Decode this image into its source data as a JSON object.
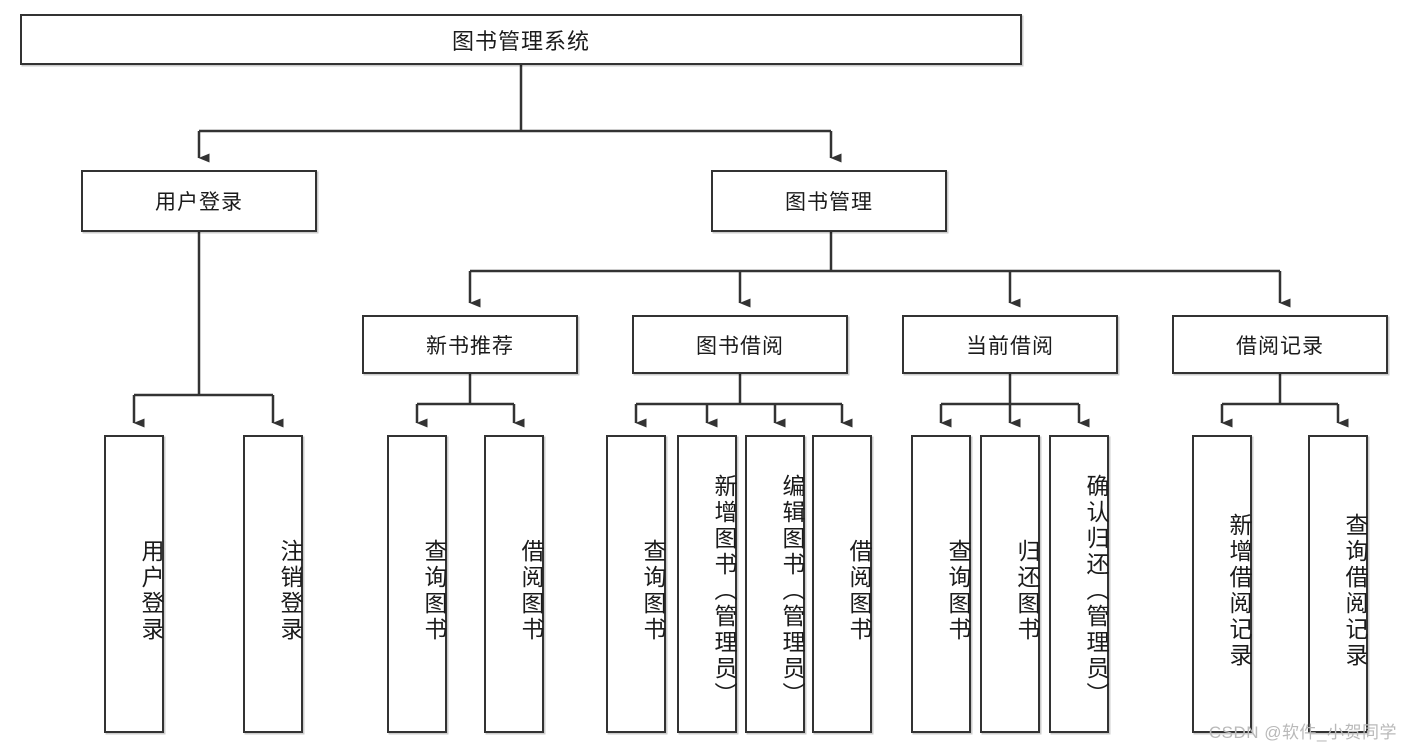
{
  "diagram": {
    "type": "tree-hierarchy",
    "title": "图书管理系统",
    "orientation": "top-down",
    "colors": {
      "box_border": "#333333",
      "box_fill": "#ffffff",
      "connector": "#333333",
      "text": "#1b1b1b",
      "watermark": "#b9b9b9",
      "background": "#ffffff"
    },
    "root": {
      "label": "图书管理系统"
    },
    "level2": [
      {
        "label": "用户登录"
      },
      {
        "label": "图书管理"
      }
    ],
    "level3": [
      {
        "label": "新书推荐"
      },
      {
        "label": "图书借阅"
      },
      {
        "label": "当前借阅"
      },
      {
        "label": "借阅记录"
      }
    ],
    "leaves": {
      "user_login": [
        {
          "label": "用户登录"
        },
        {
          "label": "注销登录"
        }
      ],
      "new_book_recommend": [
        {
          "label": "查询图书"
        },
        {
          "label": "借阅图书"
        }
      ],
      "book_borrow": [
        {
          "label": "查询图书"
        },
        {
          "label": "新增图书（管理员）"
        },
        {
          "label": "编辑图书（管理员）"
        },
        {
          "label": "借阅图书"
        }
      ],
      "current_borrow": [
        {
          "label": "查询图书"
        },
        {
          "label": "归还图书"
        },
        {
          "label": "确认归还（管理员）"
        }
      ],
      "borrow_record": [
        {
          "label": "新增借阅记录"
        },
        {
          "label": "查询借阅记录"
        }
      ]
    },
    "watermark": "CSDN @软件_小贺同学"
  }
}
